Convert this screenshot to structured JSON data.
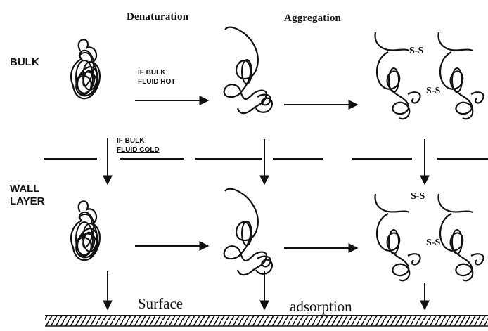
{
  "headers": {
    "denaturation": "Denaturation",
    "aggregation": "Aggregation"
  },
  "rows": {
    "bulk": "BULK",
    "wall_line1": "WALL",
    "wall_line2": "LAYER"
  },
  "conditions": {
    "hot_line1": "IF BULK",
    "hot_line2": "FLUID HOT",
    "cold_line1": "IF BULK",
    "cold_line2": "FLUID COLD"
  },
  "bottom": {
    "surface": "Surface",
    "adsorption": "adsorption"
  },
  "disulfide": "S-S"
}
